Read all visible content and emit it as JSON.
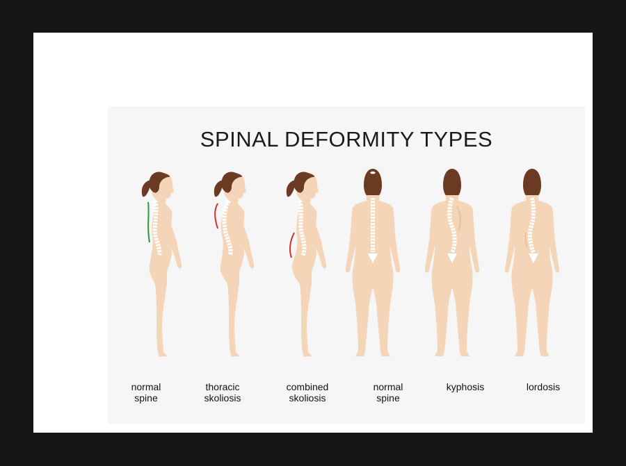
{
  "title": "SPINAL DEFORMITY TYPES",
  "figures": [
    {
      "view": "side",
      "condition": "normal spine",
      "label_lines": [
        "normal",
        "spine"
      ]
    },
    {
      "view": "side",
      "condition": "thoracic skoliosis",
      "label_lines": [
        "thoracic",
        "skoliosis"
      ]
    },
    {
      "view": "side",
      "condition": "combined skoliosis",
      "label_lines": [
        "combined",
        "skoliosis"
      ]
    },
    {
      "view": "back",
      "condition": "normal spine",
      "label_lines": [
        "normal",
        "spine"
      ]
    },
    {
      "view": "back",
      "condition": "kyphosis",
      "label_lines": [
        "kyphosis"
      ]
    },
    {
      "view": "back",
      "condition": "lordosis",
      "label_lines": [
        "lordosis"
      ]
    }
  ],
  "colors": {
    "frame": "#141714",
    "mat": "#ffffff",
    "background": "#f6f6f6",
    "skin": "#f5d5b8",
    "skin_shadow": "#e9bf9c",
    "hair": "#6b3a22",
    "vertebra": "#ffffff",
    "normal_curve": "#2e9b3a",
    "deformity_curve": "#d32f2f"
  }
}
